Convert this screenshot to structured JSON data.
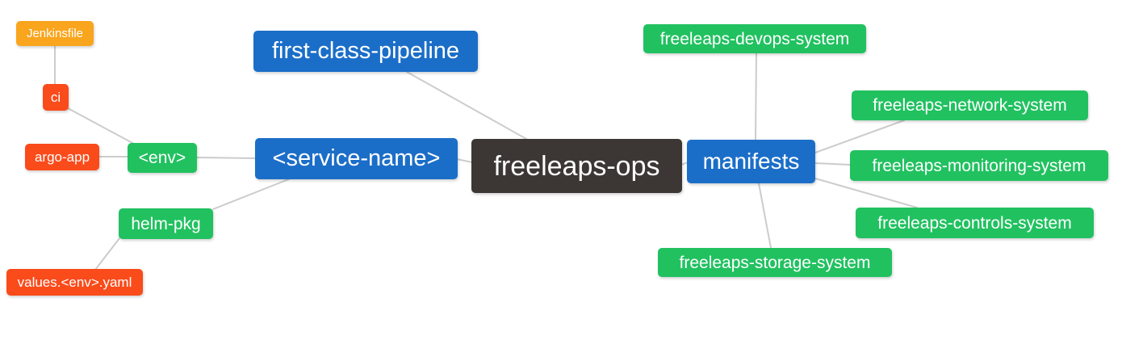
{
  "diagram": {
    "type": "mindmap",
    "root": "freeleaps-ops",
    "edges": [
      [
        "freeleaps-ops",
        "first-class-pipeline"
      ],
      [
        "freeleaps-ops",
        "<service-name>"
      ],
      [
        "freeleaps-ops",
        "manifests"
      ],
      [
        "<service-name>",
        "<env>"
      ],
      [
        "<service-name>",
        "helm-pkg"
      ],
      [
        "<env>",
        "ci"
      ],
      [
        "<env>",
        "argo-app"
      ],
      [
        "ci",
        "Jenkinsfile"
      ],
      [
        "helm-pkg",
        "values.<env>.yaml"
      ],
      [
        "manifests",
        "freeleaps-devops-system"
      ],
      [
        "manifests",
        "freeleaps-network-system"
      ],
      [
        "manifests",
        "freeleaps-monitoring-system"
      ],
      [
        "manifests",
        "freeleaps-controls-system"
      ],
      [
        "manifests",
        "freeleaps-storage-system"
      ]
    ]
  },
  "palette": {
    "blue": "#1B6EC8",
    "green": "#21C160",
    "dark": "#3C3734",
    "red": "#FA4B1B",
    "orange": "#F9A51D",
    "line": "#CCCCCC",
    "text": "#FFFFFF"
  },
  "nodes": {
    "jenkinsfile": {
      "label": "Jenkinsfile"
    },
    "ci": {
      "label": "ci"
    },
    "argo_app": {
      "label": "argo-app"
    },
    "env": {
      "label": "<env>"
    },
    "helm_pkg": {
      "label": "helm-pkg"
    },
    "values_yaml": {
      "label": "values.<env>.yaml"
    },
    "pipeline": {
      "label": "first-class-pipeline"
    },
    "service_name": {
      "label": "<service-name>"
    },
    "ops": {
      "label": "freeleaps-ops"
    },
    "manifests": {
      "label": "manifests"
    },
    "devops": {
      "label": "freeleaps-devops-system"
    },
    "network": {
      "label": "freeleaps-network-system"
    },
    "monitoring": {
      "label": "freeleaps-monitoring-system"
    },
    "controls": {
      "label": "freeleaps-controls-system"
    },
    "storage": {
      "label": "freeleaps-storage-system"
    }
  }
}
